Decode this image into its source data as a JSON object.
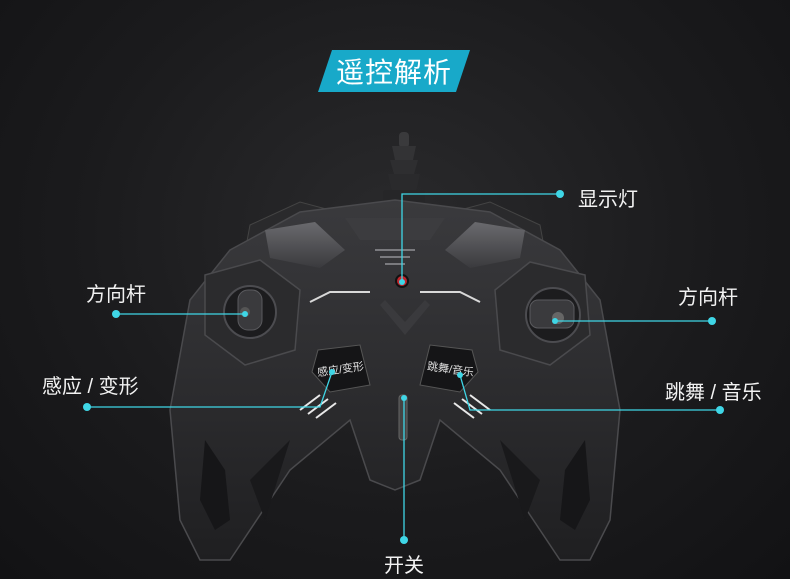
{
  "title": "遥控解析",
  "labels": {
    "indicator_light": "显示灯",
    "left_stick": "方向杆",
    "right_stick": "方向杆",
    "sense_transform": "感应 / 变形",
    "dance_music": "跳舞 / 音乐",
    "power_switch": "开关"
  },
  "buttons": {
    "left_button_text": "感应/变形",
    "right_button_text": "跳舞/音乐"
  },
  "colors": {
    "accent": "#18a9c9",
    "callout_line": "#3fd6e6",
    "controller_body": "#2c2c2e",
    "background": "#1b1b1d"
  }
}
